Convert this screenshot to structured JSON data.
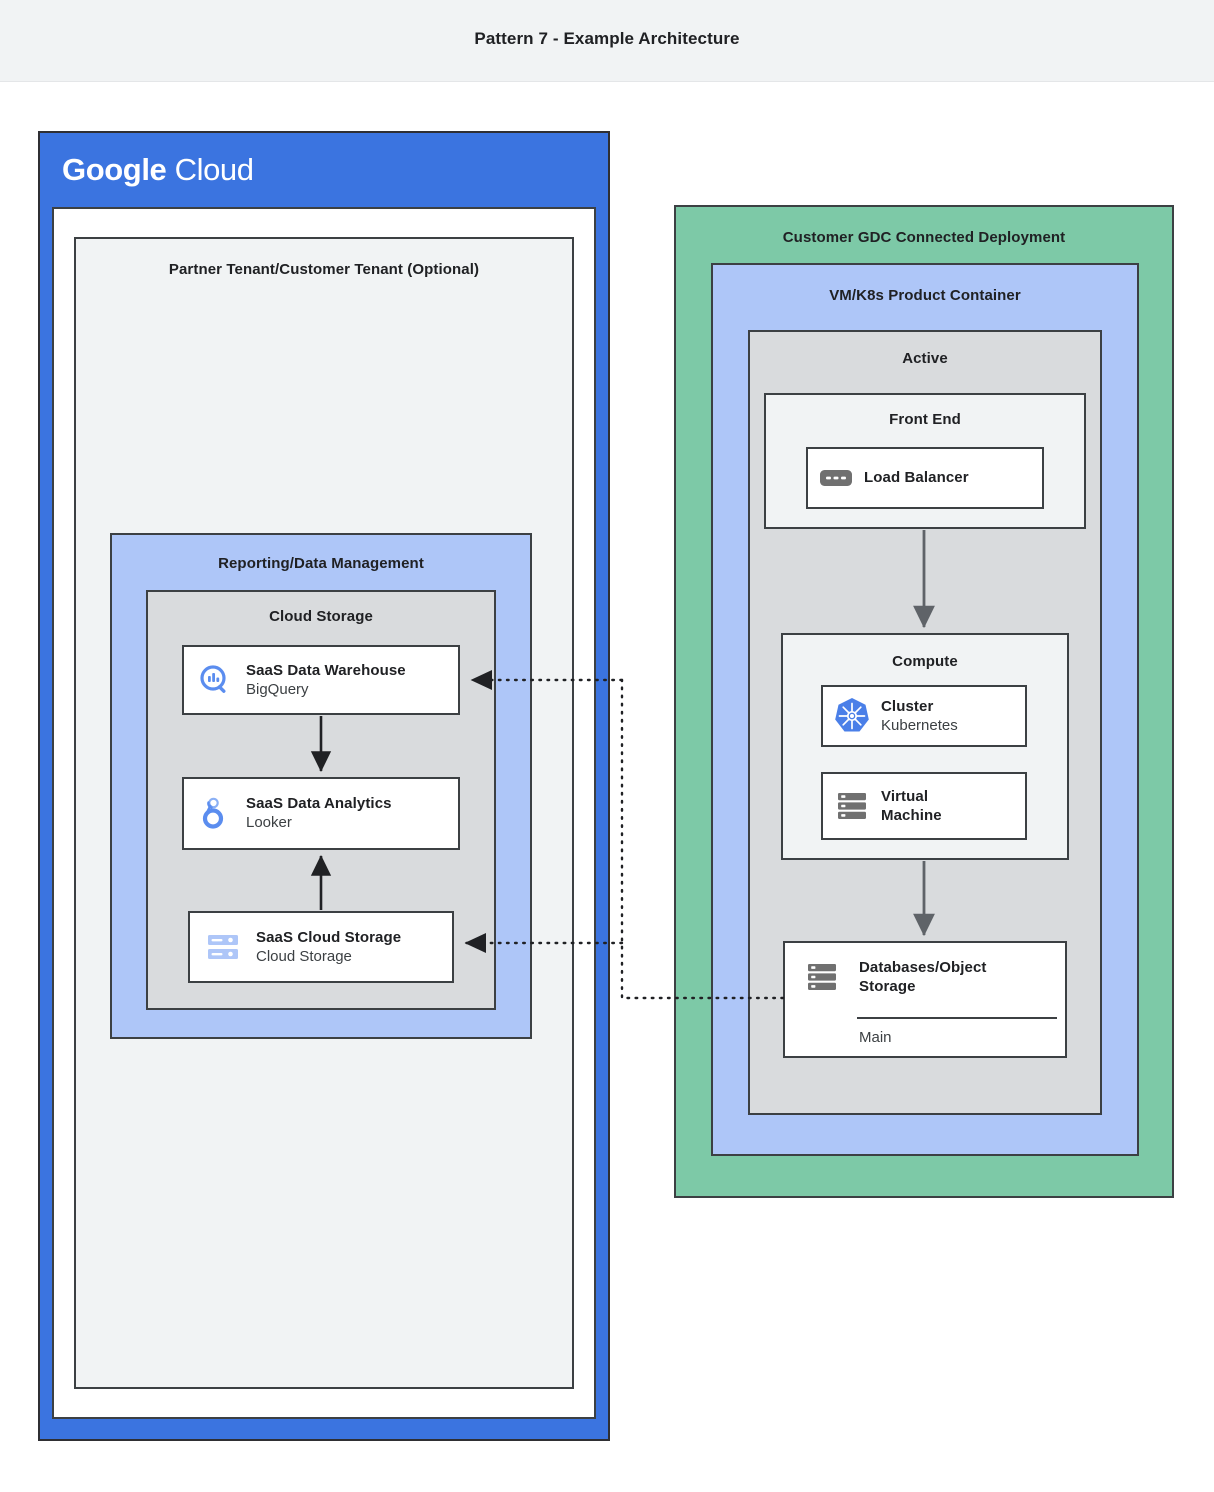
{
  "header": {
    "title": "Pattern 7 - Example Architecture"
  },
  "colors": {
    "google_blue": "#3b74e0",
    "light_blue": "#aec6f8",
    "green": "#7dc9a7",
    "gray_panel": "#d9dbdd",
    "light_gray": "#f1f3f4",
    "border": "#3c4043",
    "icon_blue": "#5b8def",
    "icon_gray": "#707070"
  },
  "google_cloud": {
    "logo_bold": "Google",
    "logo_light": "Cloud",
    "tenant": {
      "label": "Partner Tenant/Customer Tenant (Optional)",
      "reporting": {
        "label": "Reporting/Data Management",
        "cloud_storage_group": {
          "label": "Cloud Storage",
          "nodes": [
            {
              "title": "SaaS Data Warehouse",
              "subtitle": "BigQuery",
              "icon": "bigquery-icon"
            },
            {
              "title": "SaaS Data Analytics",
              "subtitle": "Looker",
              "icon": "looker-icon"
            },
            {
              "title": "SaaS Cloud Storage",
              "subtitle": "Cloud Storage",
              "icon": "cloud-storage-icon"
            }
          ]
        }
      }
    }
  },
  "gdc": {
    "label": "Customer GDC Connected Deployment",
    "product_container": {
      "label": "VM/K8s Product Container",
      "active": {
        "label": "Active",
        "front_end": {
          "label": "Front End",
          "node": {
            "title": "Load Balancer",
            "icon": "load-balancer-icon"
          }
        },
        "compute": {
          "label": "Compute",
          "nodes": [
            {
              "title": "Cluster",
              "subtitle": "Kubernetes",
              "icon": "kubernetes-icon"
            },
            {
              "title": "Virtual\nMachine",
              "title_line1": "Virtual",
              "title_line2": "Machine",
              "icon": "virtual-machine-icon"
            }
          ]
        },
        "database": {
          "title_line1": "Databases/Object",
          "title_line2": "Storage",
          "footer": "Main",
          "icon": "database-icon"
        }
      }
    }
  }
}
